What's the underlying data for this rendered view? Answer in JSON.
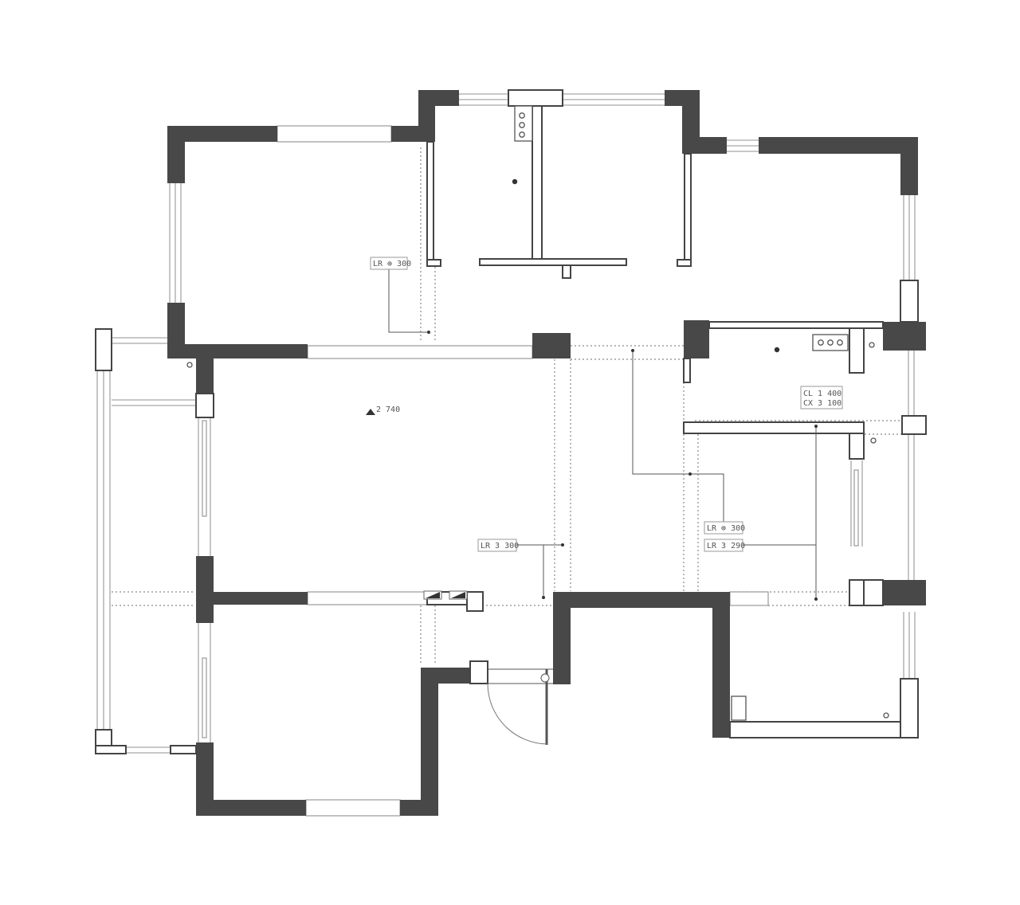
{
  "annotations": {
    "room_nw": "LR ⊕ 300",
    "living_center": "2 740",
    "living_mid": "LR 3 300",
    "corridor_1": "LR ⊕ 300",
    "corridor_2": "LR 3 290",
    "bath_line1": "CL 1 400",
    "bath_line2": "CX 3 100"
  },
  "colors": {
    "wall": "#484848",
    "background": "#ffffff",
    "window": "#a8a8a8"
  }
}
